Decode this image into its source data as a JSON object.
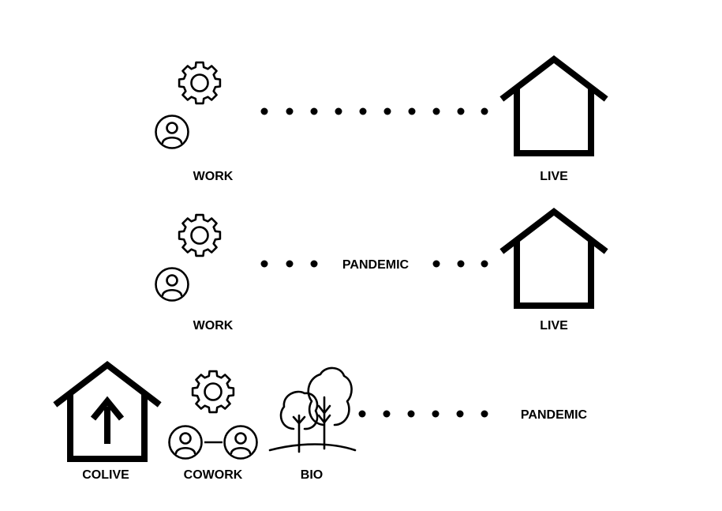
{
  "row1": {
    "work_label": "WORK",
    "live_label": "LIVE"
  },
  "row2": {
    "work_label": "WORK",
    "live_label": "LIVE",
    "middle_label": "PANDEMIC"
  },
  "row3": {
    "colive_label": "COLIVE",
    "cowork_label": "COWORK",
    "bio_label": "BIO",
    "end_label": "PANDEMIC"
  },
  "icons": [
    "gear-icon",
    "person-icon",
    "house-icon",
    "house-arrow-icon",
    "tree-icon"
  ],
  "colors": {
    "ink": "#000000",
    "background": "#ffffff"
  }
}
